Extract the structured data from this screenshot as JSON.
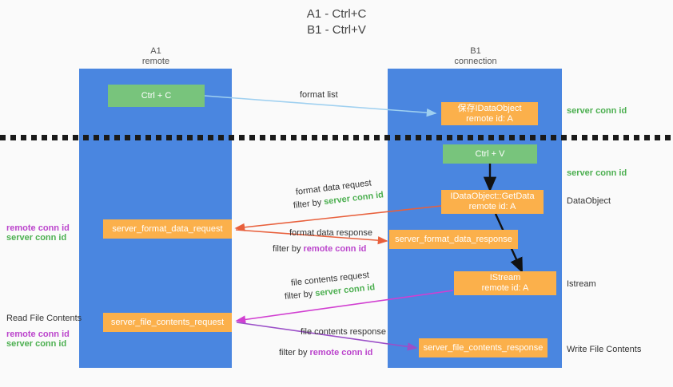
{
  "title": "A1 - Ctrl+C\nB1 - Ctrl+V",
  "columns": [
    {
      "name": "A1",
      "sub": "remote"
    },
    {
      "name": "B1",
      "sub": "connection"
    }
  ],
  "boxes": {
    "ctrl_c": {
      "line1": "Ctrl + C",
      "line2": ""
    },
    "save_idataobject": {
      "line1": "保存IDataObject",
      "line2": "remote id: A"
    },
    "ctrl_v": {
      "line1": "Ctrl + V",
      "line2": ""
    },
    "getdata": {
      "line1": "IDataObject::GetData",
      "line2": "remote id: A"
    },
    "server_format_data_request": {
      "line1": "server_format_data_request",
      "line2": ""
    },
    "server_format_data_response": {
      "line1": "server_format_data_response",
      "line2": ""
    },
    "istream": {
      "line1": "IStream",
      "line2": "remote id: A"
    },
    "server_file_contents_request": {
      "line1": "server_file_contents_request",
      "line2": ""
    },
    "server_file_contents_response": {
      "line1": "server_file_contents_response",
      "line2": ""
    }
  },
  "edge_labels": {
    "format_list": "format list",
    "format_data_request": "format data request",
    "format_data_request_filter_pre": "filter by ",
    "format_data_request_filter_key": "server conn id",
    "format_data_response": "format data response",
    "format_data_response_filter_pre": "filter by ",
    "format_data_response_filter_key": "remote conn id",
    "file_contents_request": "file contents request",
    "file_contents_request_filter_pre": "filter by ",
    "file_contents_request_filter_key": "server conn id",
    "file_contents_response": "file contents response",
    "file_contents_response_filter_pre": "filter by ",
    "file_contents_response_filter_key": "remote conn id"
  },
  "right_labels": {
    "server_conn_id_1": "server conn id",
    "server_conn_id_2": "server conn id",
    "dataobject": "DataObject",
    "istream": "Istream",
    "write_file_contents": "Write File Contents"
  },
  "left_labels": {
    "remote_conn_id_1": "remote conn id",
    "server_conn_id_1": "server conn id",
    "read_file_contents": "Read File Contents",
    "remote_conn_id_2": "remote conn id",
    "server_conn_id_2": "server conn id"
  },
  "colors": {
    "lane": "#4a86e0",
    "green_box": "#78c47c",
    "orange_box": "#fbb04b",
    "server_conn_id": "#4caf50",
    "remote_conn_id": "#bb44cc",
    "arrow_light_blue": "#9fd0f0",
    "arrow_red": "#e8603c",
    "arrow_magenta": "#d13fd1",
    "arrow_purple": "#9b4fc8",
    "arrow_black": "#111111",
    "background": "#fafafa"
  }
}
